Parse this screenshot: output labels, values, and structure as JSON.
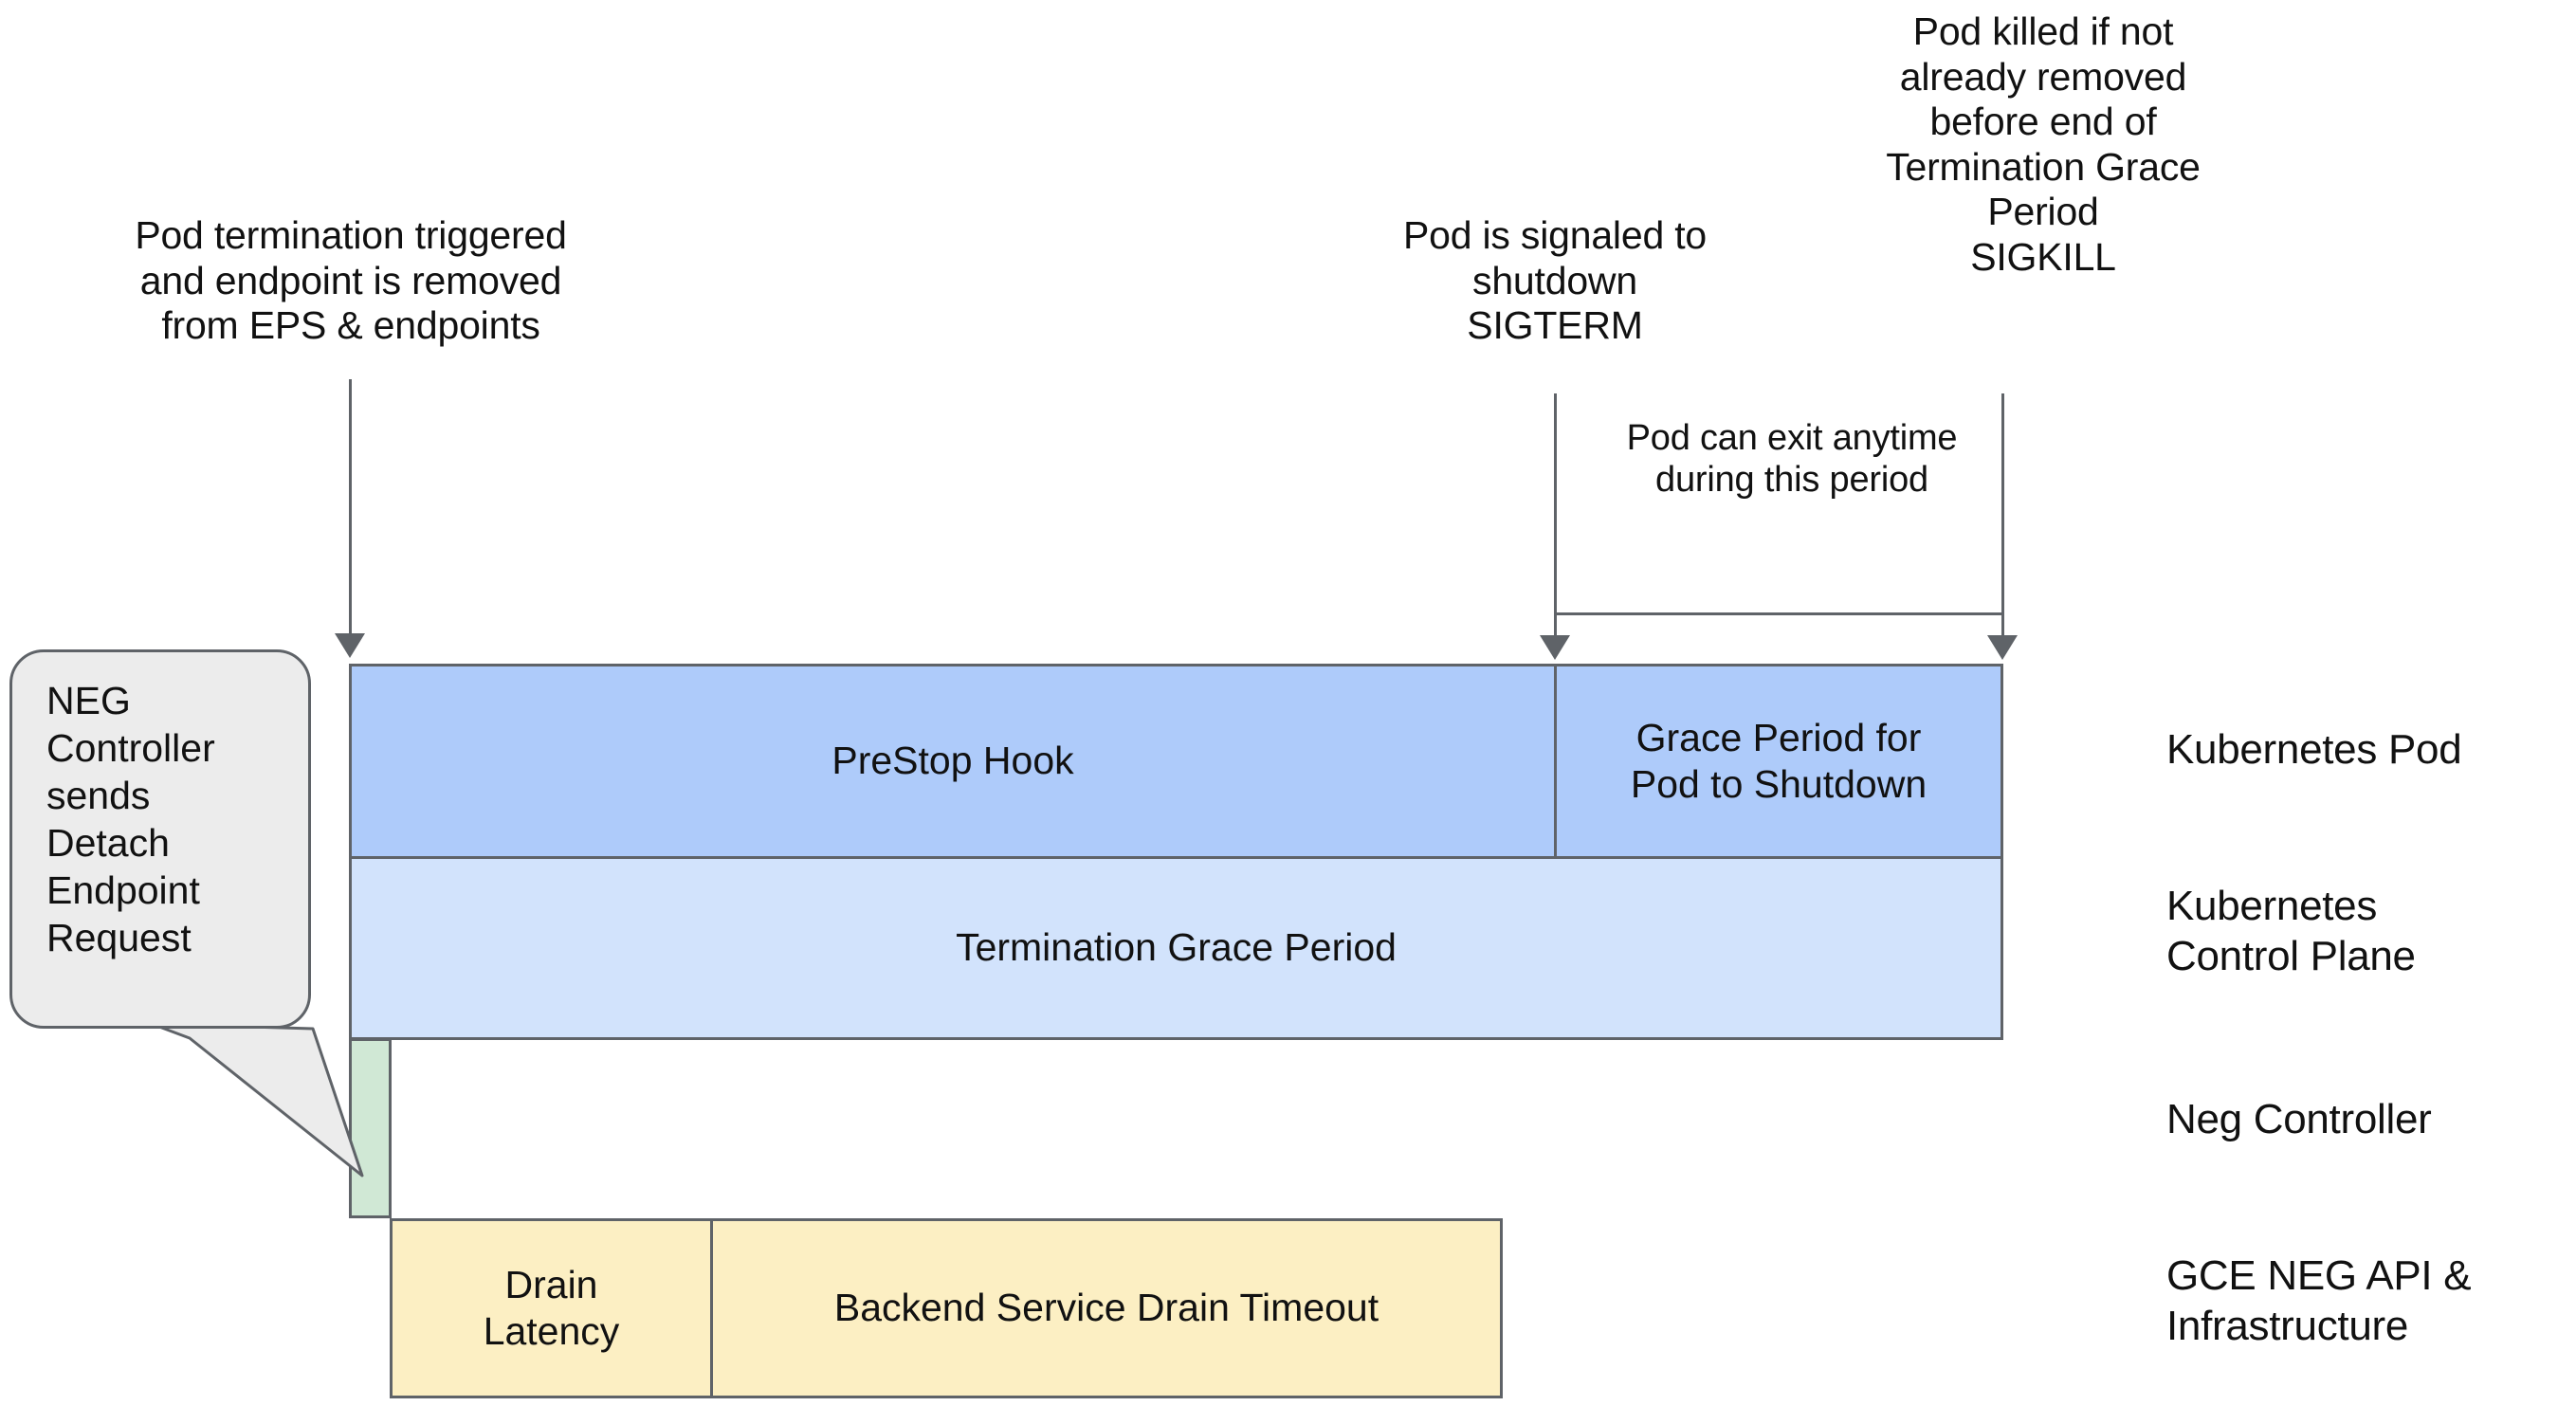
{
  "diagram": {
    "title_hidden": "",
    "annotations": [
      {
        "id": "pod-termination-triggered",
        "text": "Pod termination triggered\nand endpoint is removed\nfrom EPS & endpoints"
      },
      {
        "id": "pod-signaled-shutdown",
        "text": "Pod is signaled to\nshutdown\nSIGTERM"
      },
      {
        "id": "pod-killed-sigkill",
        "text": "Pod killed if not\nalready removed\nbefore end of\nTermination Grace\nPeriod\nSIGKILL"
      },
      {
        "id": "pod-can-exit-anytime",
        "text": "Pod can exit anytime\nduring this period"
      }
    ],
    "callout": {
      "text": "NEG\nController\nsends\nDetach\nEndpoint\nRequest"
    },
    "bars": [
      {
        "id": "prestop-hook",
        "label": "PreStop Hook",
        "color": "#AECBFA"
      },
      {
        "id": "grace-period-pod-shutdown",
        "label": "Grace Period for\nPod to Shutdown",
        "color": "#AECBFA"
      },
      {
        "id": "termination-grace-period",
        "label": "Termination Grace Period",
        "color": "#D2E3FC"
      },
      {
        "id": "neg-controller-bar",
        "label": "",
        "color": "#D0E8D5"
      },
      {
        "id": "drain-latency",
        "label": "Drain\nLatency",
        "color": "#FCEFC3"
      },
      {
        "id": "backend-service-drain-timeout",
        "label": "Backend Service Drain Timeout",
        "color": "#FCEFC3"
      }
    ],
    "lane_labels": [
      {
        "id": "lane-kubernetes-pod",
        "text": "Kubernetes Pod"
      },
      {
        "id": "lane-kubernetes-control-plane",
        "text": "Kubernetes\nControl Plane"
      },
      {
        "id": "lane-neg-controller",
        "text": "Neg Controller"
      },
      {
        "id": "lane-gce-neg-api",
        "text": "GCE NEG API &\nInfrastructure"
      }
    ],
    "colors": {
      "stroke": "#5F6368",
      "prestop_blue": "#AECBFA",
      "grace_blue": "#D2E3FC",
      "neg_green": "#D0E8D5",
      "drain_yellow": "#FCEFC3",
      "callout_gray": "#ECECEC"
    }
  }
}
